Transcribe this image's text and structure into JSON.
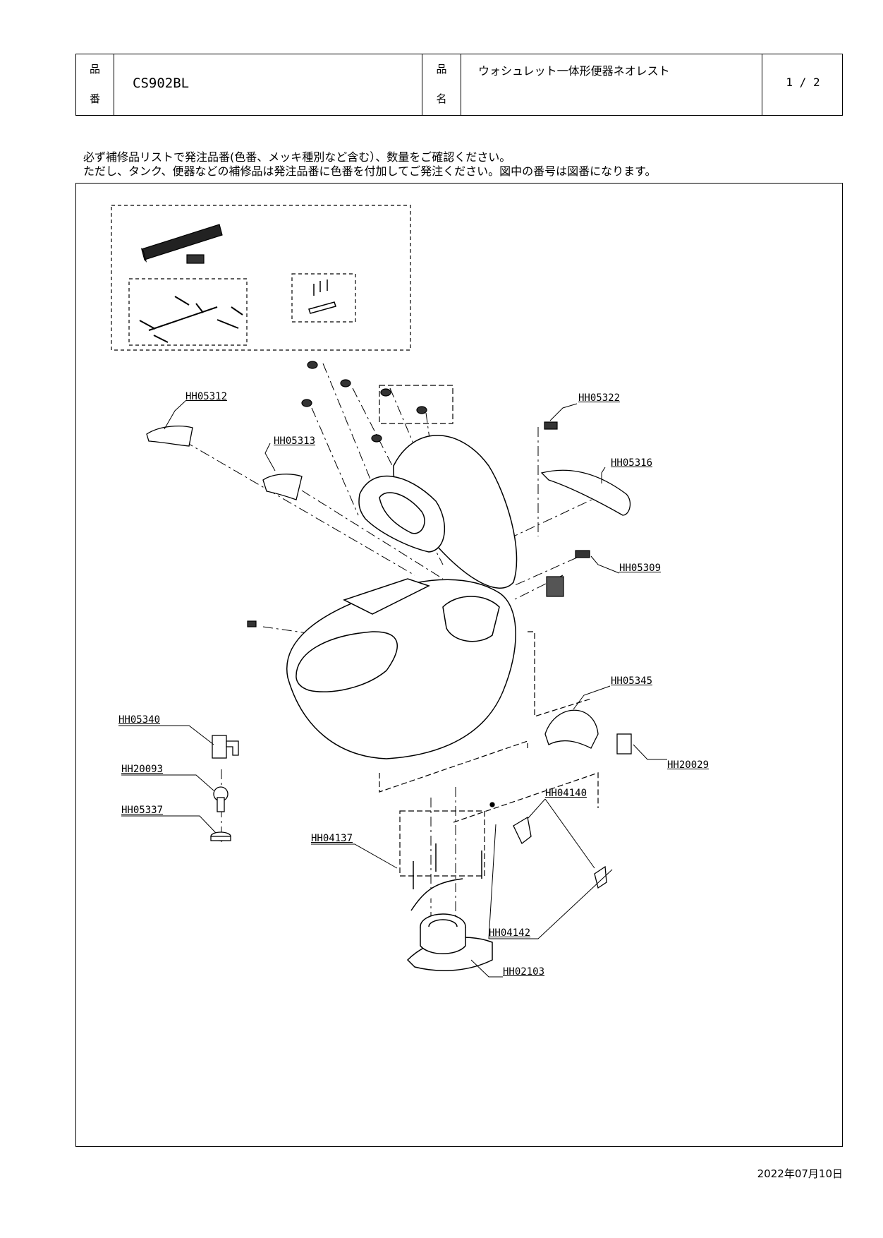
{
  "header": {
    "hinban_label_top": "品",
    "hinban_label_bottom": "番",
    "product_code": "CS902BL",
    "hinmei_label_top": "品",
    "hinmei_label_bottom": "名",
    "product_name": "ウォシュレット一体形便器ネオレスト",
    "page": "1 / 2"
  },
  "notes": {
    "line1": "必ず補修品リストで発注品番(色番、メッキ種別など含む）、数量をご確認ください。",
    "line2": "ただし、タンク、便器などの補修品は発注品番に色番を付加してご発注ください。図中の番号は図番になります。"
  },
  "parts": {
    "p1": "HH05312",
    "p2": "HH05313",
    "p3": "HH05322",
    "p4": "HH05316",
    "p5": "HH05309",
    "p6": "HH05345",
    "p7": "HH05340",
    "p8": "HH20093",
    "p9": "HH05337",
    "p10": "HH20029",
    "p11": "HH04140",
    "p12": "HH04137",
    "p13": "HH04142",
    "p14": "HH02103"
  },
  "date": "2022年07月10日"
}
